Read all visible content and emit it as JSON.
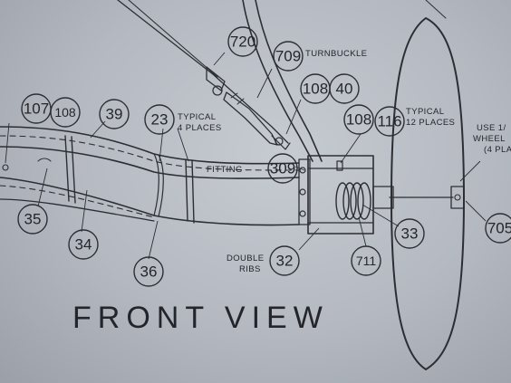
{
  "title": "FRONT VIEW",
  "notes": {
    "turnbuckle": "TURNBUCKLE",
    "typical_4_line1": "TYPICAL",
    "typical_4_line2": "4 PLACES",
    "typical_12_line1": "TYPICAL",
    "typical_12_line2": "12 PLACES",
    "fitting": "FITTING",
    "double_ribs_line1": "DOUBLE",
    "double_ribs_line2": "RIBS",
    "use_line1": "USE 1/",
    "use_line2": "WHEEL",
    "use_line3": "(4 PLA"
  },
  "callouts": {
    "b720": "720",
    "b709": "709",
    "b108a": "108",
    "b40": "40",
    "b107": "107",
    "b108b": "108",
    "b39": "39",
    "b23": "23",
    "b108c": "108",
    "b116": "116",
    "b309": "309",
    "b35": "35",
    "b34": "34",
    "b36": "36",
    "b32": "32",
    "b711": "711",
    "b33": "33",
    "b705": "705"
  }
}
